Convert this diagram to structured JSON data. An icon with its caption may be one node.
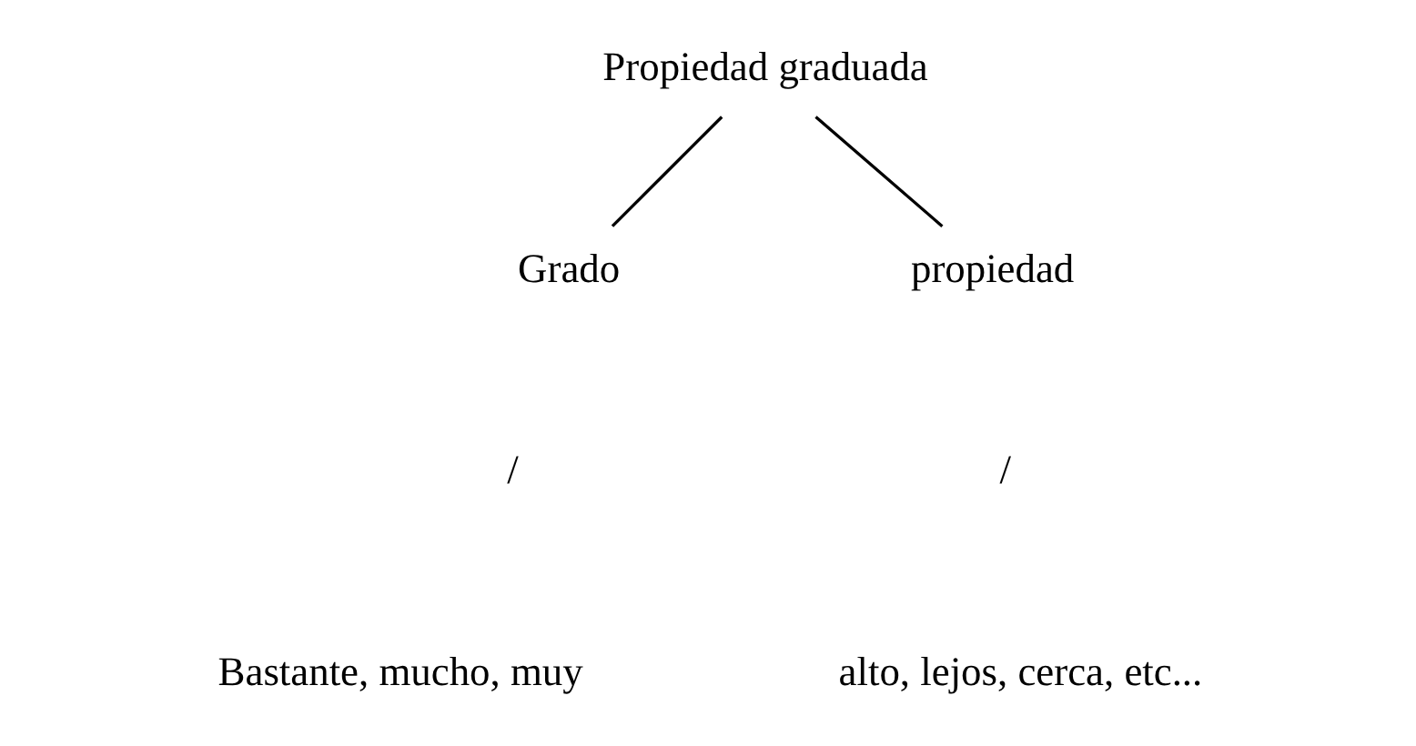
{
  "diagram": {
    "nodes": [
      {
        "text": [
          "Propiedad graduada"
        ]
      },
      {
        "text": [
          "Grado"
        ]
      },
      {
        "text": [
          "propiedad"
        ]
      },
      {
        "text": [
          "Bastante, mucho, muy"
        ]
      },
      {
        "text": [
          "alto, lejos, cerca, etc..."
        ]
      }
    ],
    "edges": [
      {
        "from": 0,
        "to": 1,
        "arrow": "none"
      },
      {
        "from": 0,
        "to": 2,
        "arrow": "none"
      }
    ],
    "labels": [
      "/",
      "/"
    ]
  }
}
